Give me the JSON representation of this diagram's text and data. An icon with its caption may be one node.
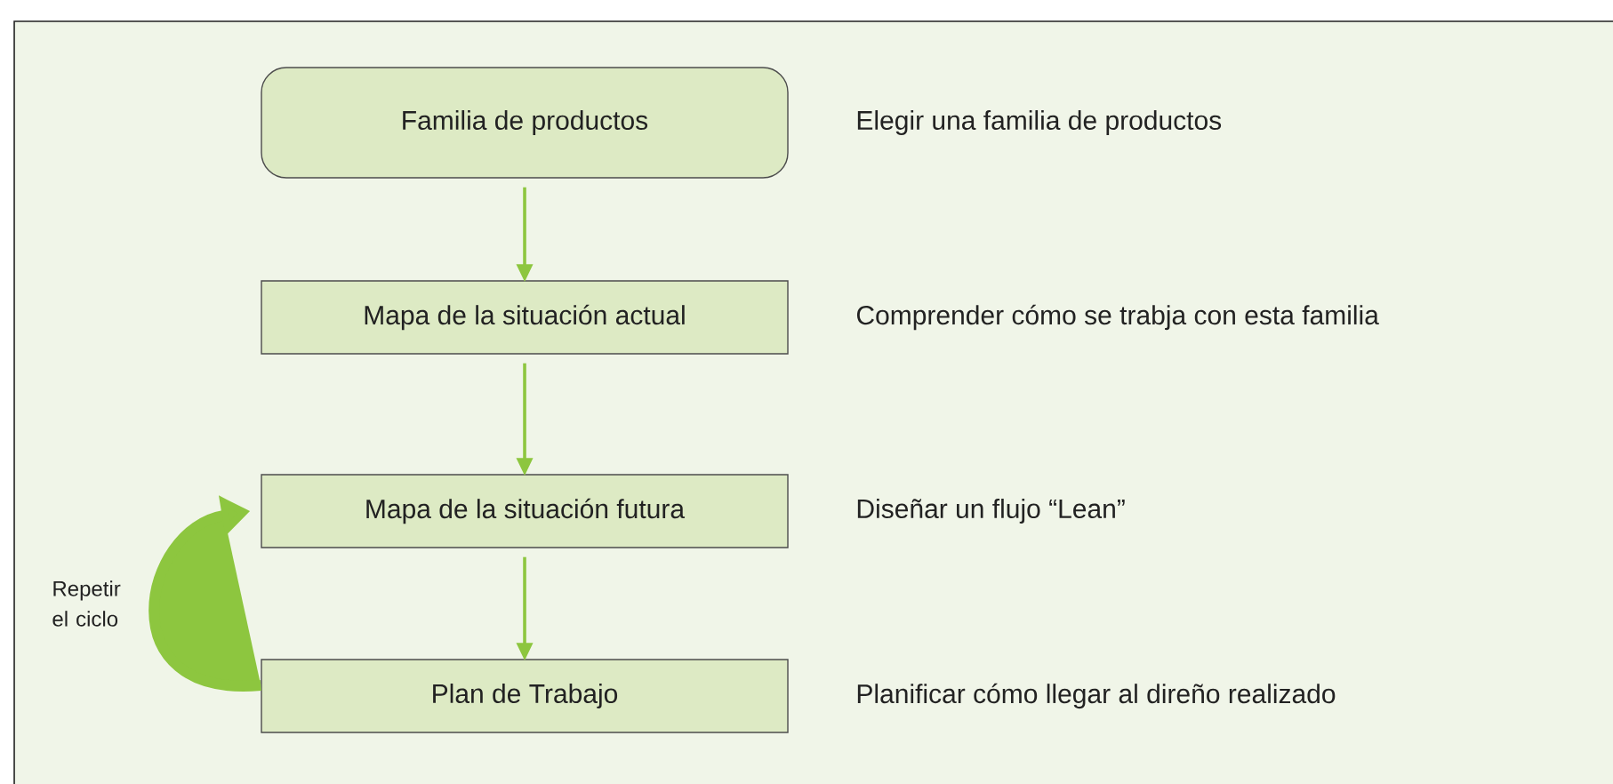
{
  "diagram": {
    "nodes": [
      {
        "text": [
          "Familia de productos"
        ],
        "beside": [
          "Elegir una familia de productos"
        ]
      },
      {
        "text": [
          "Mapa de la situación actual"
        ],
        "beside": [
          "Comprender cómo se trabja con esta familia"
        ]
      },
      {
        "text": [
          "Mapa de la situación futura"
        ],
        "beside": [
          "Diseñar un flujo “Lean”"
        ]
      },
      {
        "text": [
          "Plan de Trabajo"
        ],
        "beside": [
          "Planificar cómo llegar al direño realizado"
        ]
      }
    ],
    "edges": [
      {
        "from": 0,
        "to": 1,
        "arrow": "to"
      },
      {
        "from": 1,
        "to": 2,
        "arrow": "to"
      },
      {
        "from": 2,
        "to": 3,
        "arrow": "to"
      },
      {
        "from": 3,
        "to": 2,
        "arrow": "to",
        "style": "thick",
        "label": "Repetir el ciclo"
      }
    ]
  }
}
